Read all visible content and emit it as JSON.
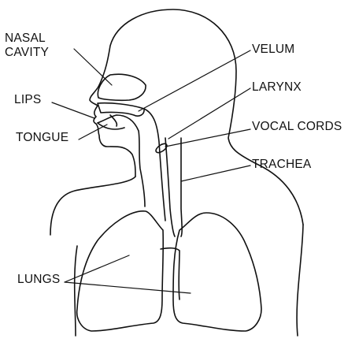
{
  "labels": {
    "nasal_cavity_line1": "NASAL",
    "nasal_cavity_line2": "CAVITY",
    "lips": "LIPS",
    "tongue": "TONGUE",
    "velum": "VELUM",
    "larynx": "LARYNX",
    "vocal_cords": "VOCAL CORDS",
    "trachea": "TRACHEA",
    "lungs": "LUNGS"
  },
  "colors": {
    "ink": "#111111",
    "background": "#ffffff"
  }
}
